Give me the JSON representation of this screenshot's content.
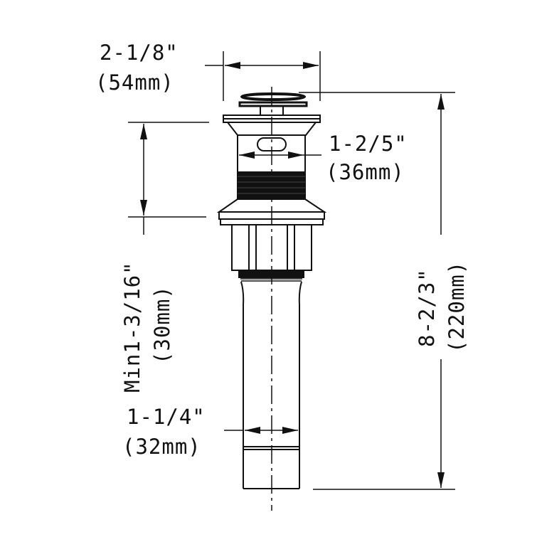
{
  "diagram": {
    "subject": "Pop-up sink drain with overflow",
    "line_color": "#111111",
    "background": "#ffffff",
    "dimensions": {
      "top_width": {
        "imperial": "2-1/8\"",
        "metric": "(54mm)"
      },
      "body_width": {
        "imperial": "1-2/5\"",
        "metric": "(36mm)"
      },
      "min_thickness": {
        "imperial": "Min1-3/16\"",
        "metric": "(30mm)"
      },
      "tail_width": {
        "imperial": "1-1/4\"",
        "metric": "(32mm)"
      },
      "total_height": {
        "imperial": "8-2/3\"",
        "metric": "(220mm)"
      }
    },
    "parts": [
      "pop-up-cap",
      "flange",
      "overflow-slot",
      "threaded-body",
      "locknut-washer",
      "hex-nut",
      "tailpiece"
    ]
  }
}
